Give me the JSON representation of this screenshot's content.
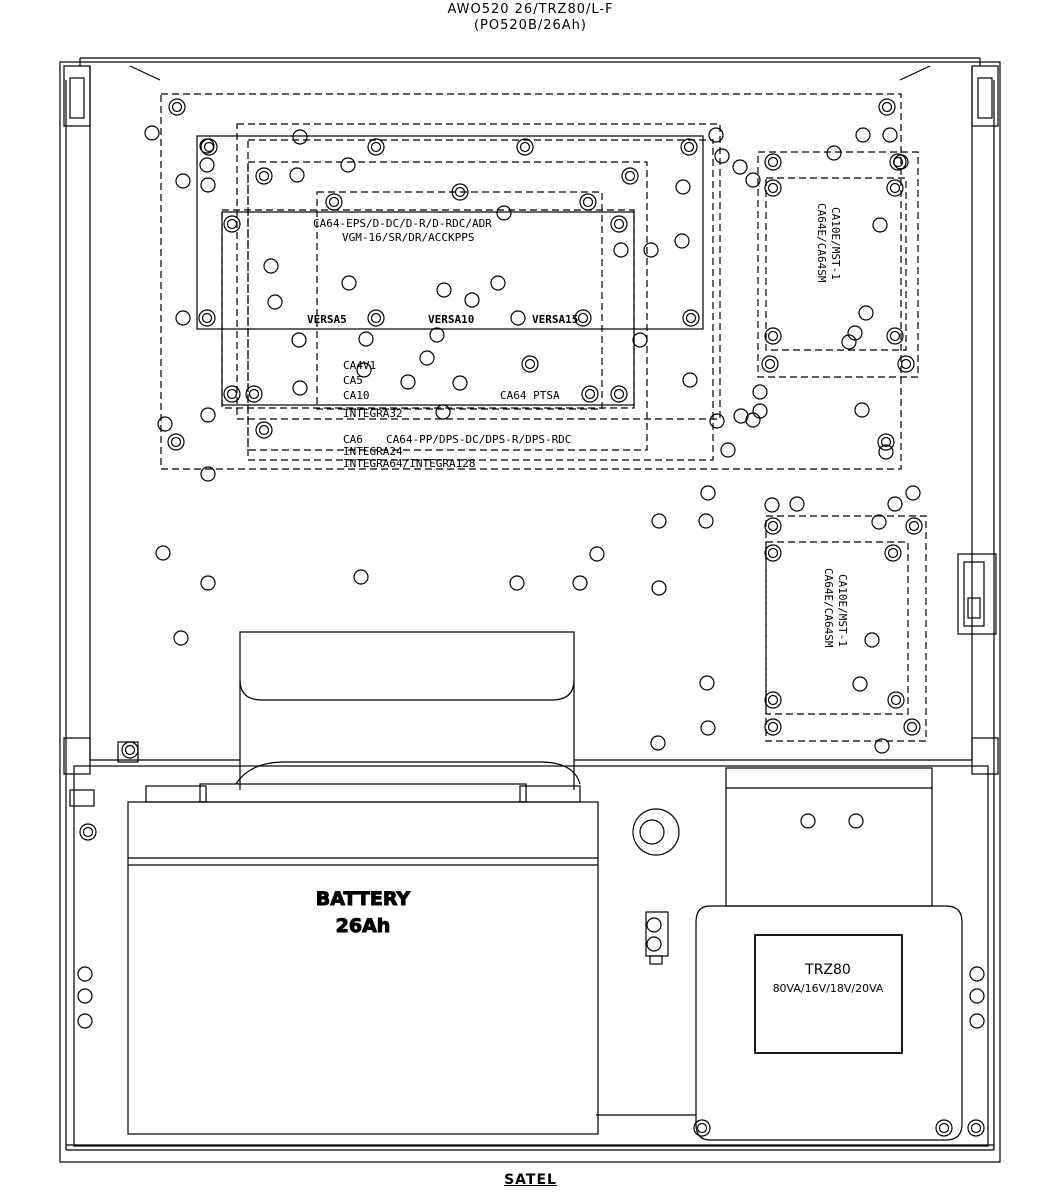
{
  "header": {
    "line1": "AWO520    26/TRZ80/L-F",
    "line2": "(PO520B/26Ah)"
  },
  "footer": {
    "brand": "SATEL"
  },
  "board_labels": {
    "ca64_eps": "CA64-EPS/D-DC/D-R/D-RDC/ADR",
    "vgm": "VGM-16/SR/DR/ACCKPPS",
    "versa5": "VERSA5",
    "versa10": "VERSA10",
    "versa15": "VERSA15",
    "ca4v1": "CA4V1",
    "ca5": "CA5",
    "ca10": "CA10",
    "ca64_ptsa": "CA64 PTSA",
    "integra32": "INTEGRA32",
    "ca6": "CA6",
    "ca64_pp": "CA64-PP/DPS-DC/DPS-R/DPS-RDC",
    "integra24": "INTEGRA24",
    "integra64": "INTEGRA64/INTEGRA128"
  },
  "modules": {
    "upper_line1": "CA10E/MST-1",
    "upper_line2": "CA64E/CA64SM",
    "lower_line1": "CA10E/MST-1",
    "lower_line2": "CA64E/CA64SM"
  },
  "battery": {
    "line1": "BATTERY",
    "line2": "26Ah"
  },
  "transformer": {
    "name": "TRZ80",
    "rating": "80VA/16V/18V/20VA"
  }
}
